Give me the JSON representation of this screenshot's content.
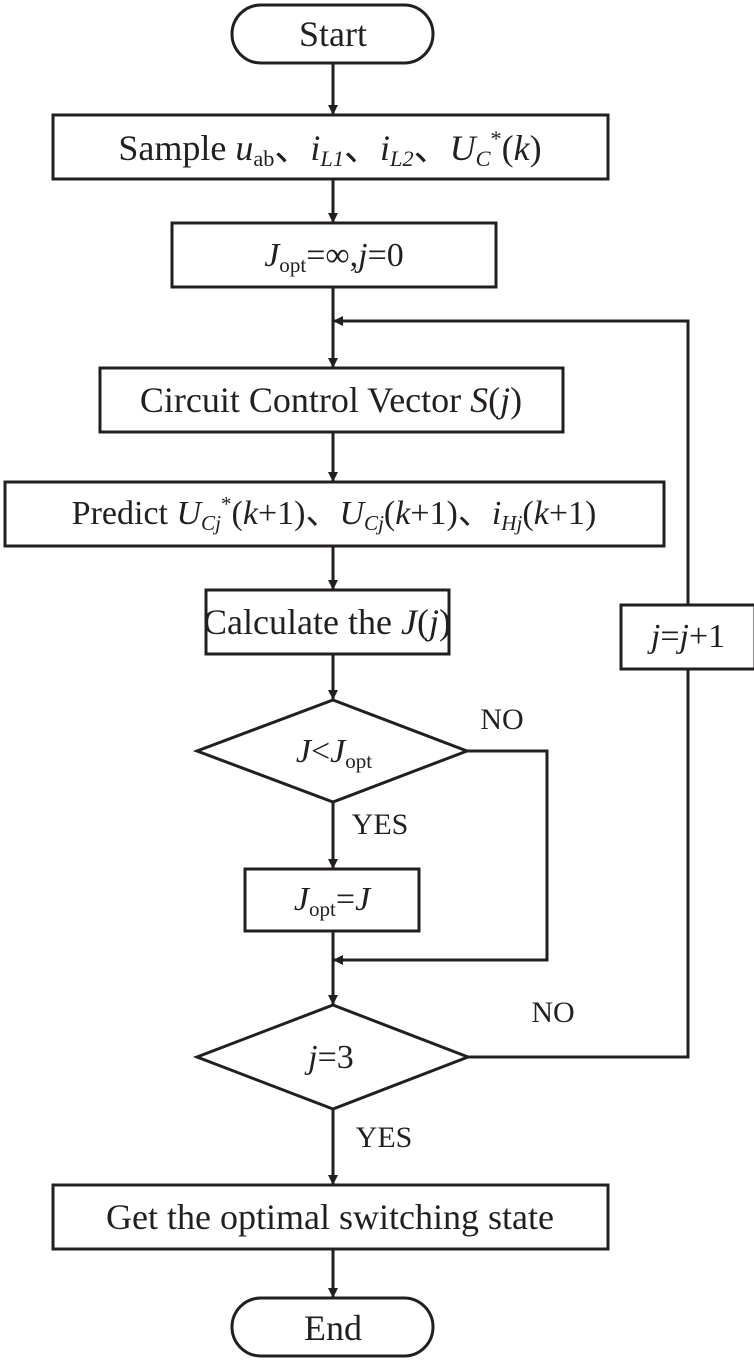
{
  "nodes": {
    "start": "Start",
    "sample": {
      "prefix": "Sample",
      "v1": "u",
      "v1_sub": "ab",
      "sep": "、",
      "v2": "i",
      "v2_sub": "L1",
      "v3": "i",
      "v3_sub": "L2",
      "v4": "U",
      "v4_sub": "C",
      "v4_sup": "*",
      "v4_arg_open": "(",
      "v4_arg": "k",
      "v4_arg_close": ")"
    },
    "init": {
      "v": "J",
      "v_sub": "opt",
      "rest1": "=∞,",
      "j": "j",
      "rest2": "=0"
    },
    "circuit": {
      "prefix": "Circuit Control Vector",
      "s": "S",
      "open": "(",
      "j": "j",
      "close": ")"
    },
    "predict": {
      "prefix": "Predict",
      "a": "U",
      "a_sub": "Cj",
      "a_sup": "*",
      "a_open": "(",
      "a_k": "k",
      "a_rest": "+1)",
      "sep": "、",
      "b": "U",
      "b_sub": "Cj",
      "b_open": "(",
      "b_k": "k",
      "b_rest": "+1)",
      "c": "i",
      "c_sub": "Hj",
      "c_open": "(",
      "c_k": "k",
      "c_rest": "+1)"
    },
    "calc": {
      "prefix": "Calculate the",
      "j_big": "J",
      "open": "(",
      "j": "j",
      "close": ")"
    },
    "decision1": {
      "a": "J",
      "lt": "<",
      "b": "J",
      "b_sub": "opt"
    },
    "assign": {
      "a": "J",
      "a_sub": "opt",
      "eq": "=",
      "b": "J"
    },
    "decision2": {
      "j": "j",
      "rest": "=3"
    },
    "increment": {
      "j1": "j",
      "eq": "=",
      "j2": "j",
      "rest": "+1"
    },
    "get": "Get the optimal switching state",
    "end": "End"
  },
  "edge_labels": {
    "d1_no": "NO",
    "d1_yes": "YES",
    "d2_no": "NO",
    "d2_yes": "YES"
  },
  "colors": {
    "stroke": "#231f20",
    "fill": "#ffffff"
  }
}
